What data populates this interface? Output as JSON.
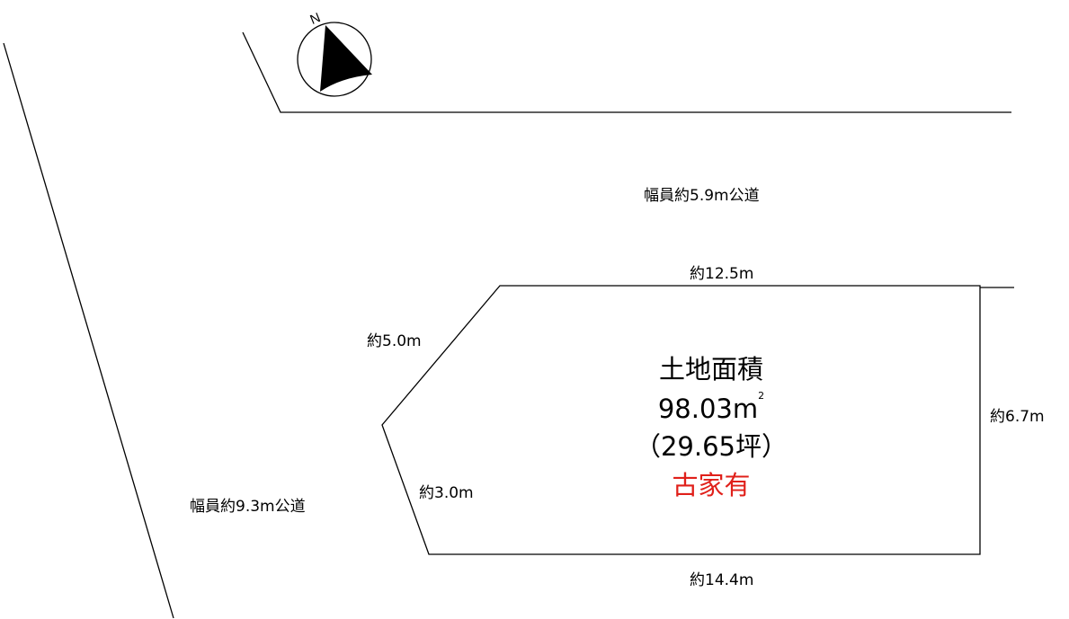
{
  "compass": {
    "north_label": "N",
    "icon": "north-arrow-icon"
  },
  "roads": {
    "north_road": "幅員約5.9m公道",
    "west_road": "幅員約9.3m公道"
  },
  "dimensions": {
    "top": "約12.5m",
    "upper_left": "約5.0m",
    "right": "約6.7m",
    "lower_left": "約3.0m",
    "bottom": "約14.4m"
  },
  "parcel": {
    "title": "土地面積",
    "area_value": "98.03",
    "area_unit": "m",
    "area_unit_sup": "2",
    "area_tsubo": "（29.65坪）",
    "note": "古家有",
    "note_color": "#e0201a"
  }
}
